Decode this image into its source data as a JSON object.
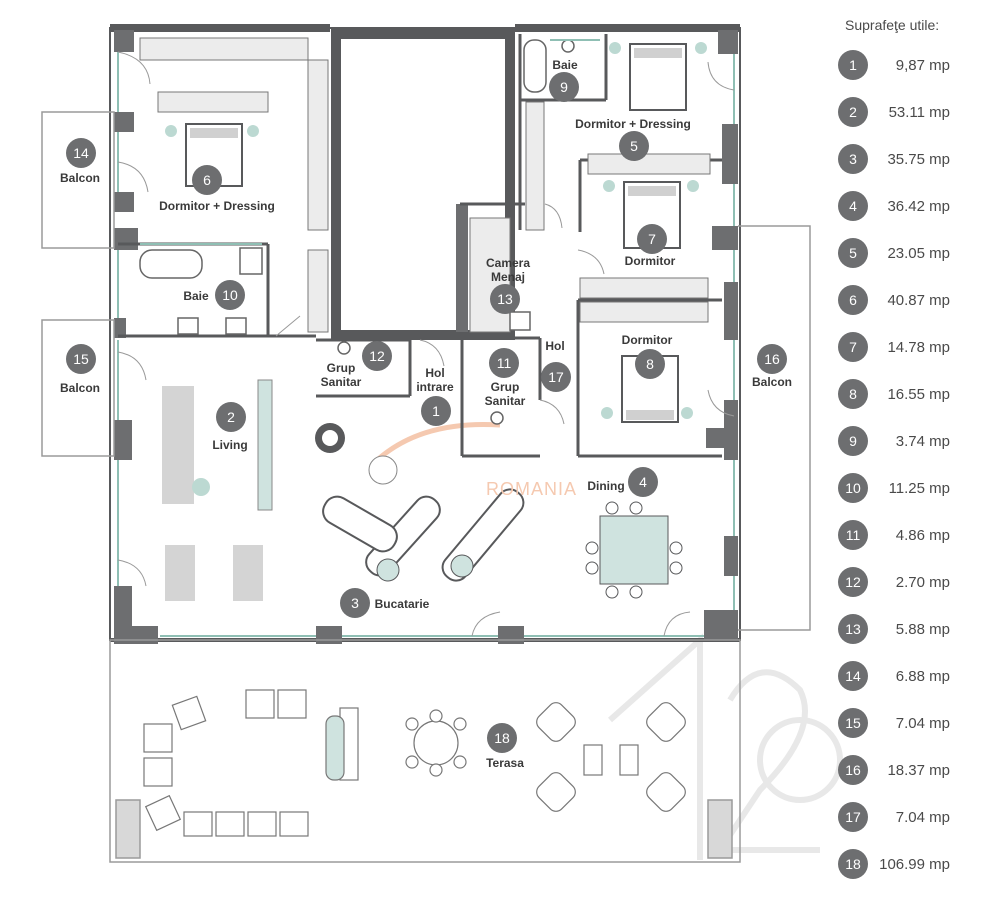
{
  "legend": {
    "title": "Suprafeţe utile:",
    "items": [
      {
        "num": "1",
        "area": "9,87 mp"
      },
      {
        "num": "2",
        "area": "53.11 mp"
      },
      {
        "num": "3",
        "area": "35.75 mp"
      },
      {
        "num": "4",
        "area": "36.42 mp"
      },
      {
        "num": "5",
        "area": "23.05 mp"
      },
      {
        "num": "6",
        "area": "40.87 mp"
      },
      {
        "num": "7",
        "area": "14.78 mp"
      },
      {
        "num": "8",
        "area": "16.55 mp"
      },
      {
        "num": "9",
        "area": "3.74 mp"
      },
      {
        "num": "10",
        "area": "11.25 mp"
      },
      {
        "num": "11",
        "area": "4.86 mp"
      },
      {
        "num": "12",
        "area": "2.70 mp"
      },
      {
        "num": "13",
        "area": "5.88 mp"
      },
      {
        "num": "14",
        "area": "6.88 mp"
      },
      {
        "num": "15",
        "area": "7.04 mp"
      },
      {
        "num": "16",
        "area": "18.37 mp"
      },
      {
        "num": "17",
        "area": "7.04 mp"
      },
      {
        "num": "18",
        "area": "106.99 mp"
      }
    ]
  },
  "rooms": {
    "r1": {
      "num": "1",
      "label": "Hol\nintrare"
    },
    "r2": {
      "num": "2",
      "label": "Living"
    },
    "r3": {
      "num": "3",
      "label": "Bucatarie"
    },
    "r4": {
      "num": "4",
      "label": "Dining"
    },
    "r5": {
      "num": "5",
      "label": "Dormitor + Dressing"
    },
    "r6": {
      "num": "6",
      "label": "Dormitor + Dressing"
    },
    "r7": {
      "num": "7",
      "label": "Dormitor"
    },
    "r8": {
      "num": "8",
      "label": "Dormitor"
    },
    "r9": {
      "num": "9",
      "label": "Baie"
    },
    "r10": {
      "num": "10",
      "label": "Baie"
    },
    "r11": {
      "num": "11",
      "label": "Grup\nSanitar"
    },
    "r12": {
      "num": "12",
      "label": "Grup\nSanitar"
    },
    "r13": {
      "num": "13",
      "label": "Camera\nMenaj"
    },
    "r14": {
      "num": "14",
      "label": "Balcon"
    },
    "r15": {
      "num": "15",
      "label": "Balcon"
    },
    "r16": {
      "num": "16",
      "label": "Balcon"
    },
    "r17": {
      "num": "17",
      "label": "Hol"
    },
    "r18": {
      "num": "18",
      "label": "Terasa"
    }
  },
  "watermark": {
    "text": "ROMANIA",
    "number": "126"
  },
  "colors": {
    "wall": "#58595b",
    "badge": "#6d6e70",
    "glass": "#cfe3df",
    "accent": "#8fbfb4"
  }
}
